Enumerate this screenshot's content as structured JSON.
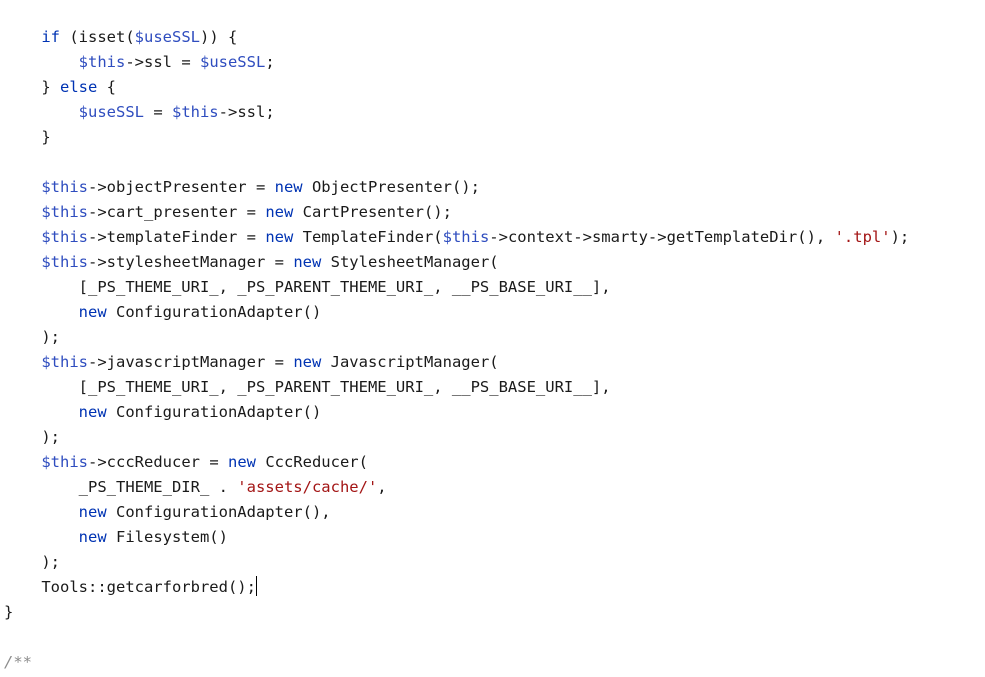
{
  "editor": {
    "theme": {
      "keyword": "#0033b3",
      "variable": "#2f4dbf",
      "string": "#a31515",
      "comment": "#8c8c8c",
      "plain": "#1a1a1a"
    },
    "cursor_line": 24,
    "lines": [
      {
        "segments": [
          {
            "t": "    "
          },
          {
            "t": "if",
            "c": "kw"
          },
          {
            "t": " (isset("
          },
          {
            "t": "$useSSL",
            "c": "var"
          },
          {
            "t": ")) {"
          }
        ]
      },
      {
        "segments": [
          {
            "t": "        "
          },
          {
            "t": "$this",
            "c": "var"
          },
          {
            "t": "->ssl = "
          },
          {
            "t": "$useSSL",
            "c": "var"
          },
          {
            "t": ";"
          }
        ]
      },
      {
        "segments": [
          {
            "t": "    } "
          },
          {
            "t": "else",
            "c": "kw"
          },
          {
            "t": " {"
          }
        ]
      },
      {
        "segments": [
          {
            "t": "        "
          },
          {
            "t": "$useSSL",
            "c": "var"
          },
          {
            "t": " = "
          },
          {
            "t": "$this",
            "c": "var"
          },
          {
            "t": "->ssl;"
          }
        ]
      },
      {
        "segments": [
          {
            "t": "    }"
          }
        ]
      },
      {
        "segments": []
      },
      {
        "segments": [
          {
            "t": "    "
          },
          {
            "t": "$this",
            "c": "var"
          },
          {
            "t": "->objectPresenter = "
          },
          {
            "t": "new",
            "c": "kw"
          },
          {
            "t": " ObjectPresenter();"
          }
        ]
      },
      {
        "segments": [
          {
            "t": "    "
          },
          {
            "t": "$this",
            "c": "var"
          },
          {
            "t": "->cart_presenter = "
          },
          {
            "t": "new",
            "c": "kw"
          },
          {
            "t": " CartPresenter();"
          }
        ]
      },
      {
        "segments": [
          {
            "t": "    "
          },
          {
            "t": "$this",
            "c": "var"
          },
          {
            "t": "->templateFinder = "
          },
          {
            "t": "new",
            "c": "kw"
          },
          {
            "t": " TemplateFinder("
          },
          {
            "t": "$this",
            "c": "var"
          },
          {
            "t": "->context->smarty->getTemplateDir(), "
          },
          {
            "t": "'.tpl'",
            "c": "str"
          },
          {
            "t": ");"
          }
        ]
      },
      {
        "segments": [
          {
            "t": "    "
          },
          {
            "t": "$this",
            "c": "var"
          },
          {
            "t": "->stylesheetManager = "
          },
          {
            "t": "new",
            "c": "kw"
          },
          {
            "t": " StylesheetManager("
          }
        ]
      },
      {
        "segments": [
          {
            "t": "        [_PS_THEME_URI_, _PS_PARENT_THEME_URI_, __PS_BASE_URI__],"
          }
        ]
      },
      {
        "segments": [
          {
            "t": "        "
          },
          {
            "t": "new",
            "c": "kw"
          },
          {
            "t": " ConfigurationAdapter()"
          }
        ]
      },
      {
        "segments": [
          {
            "t": "    );"
          }
        ]
      },
      {
        "segments": [
          {
            "t": "    "
          },
          {
            "t": "$this",
            "c": "var"
          },
          {
            "t": "->javascriptManager = "
          },
          {
            "t": "new",
            "c": "kw"
          },
          {
            "t": " JavascriptManager("
          }
        ]
      },
      {
        "segments": [
          {
            "t": "        [_PS_THEME_URI_, _PS_PARENT_THEME_URI_, __PS_BASE_URI__],"
          }
        ]
      },
      {
        "segments": [
          {
            "t": "        "
          },
          {
            "t": "new",
            "c": "kw"
          },
          {
            "t": " ConfigurationAdapter()"
          }
        ]
      },
      {
        "segments": [
          {
            "t": "    );"
          }
        ]
      },
      {
        "segments": [
          {
            "t": "    "
          },
          {
            "t": "$this",
            "c": "var"
          },
          {
            "t": "->cccReducer = "
          },
          {
            "t": "new",
            "c": "kw"
          },
          {
            "t": " CccReducer("
          }
        ]
      },
      {
        "segments": [
          {
            "t": "        _PS_THEME_DIR_ . "
          },
          {
            "t": "'assets/cache/'",
            "c": "str"
          },
          {
            "t": ","
          }
        ]
      },
      {
        "segments": [
          {
            "t": "        "
          },
          {
            "t": "new",
            "c": "kw"
          },
          {
            "t": " ConfigurationAdapter(),"
          }
        ]
      },
      {
        "segments": [
          {
            "t": "        "
          },
          {
            "t": "new",
            "c": "kw"
          },
          {
            "t": " Filesystem()"
          }
        ]
      },
      {
        "segments": [
          {
            "t": "    );"
          }
        ]
      },
      {
        "segments": [
          {
            "t": "    Tools::getcarforbred();"
          }
        ]
      },
      {
        "segments": [
          {
            "t": "}"
          }
        ]
      },
      {
        "segments": []
      },
      {
        "segments": [
          {
            "t": "/**",
            "c": "cmt"
          }
        ]
      }
    ]
  }
}
